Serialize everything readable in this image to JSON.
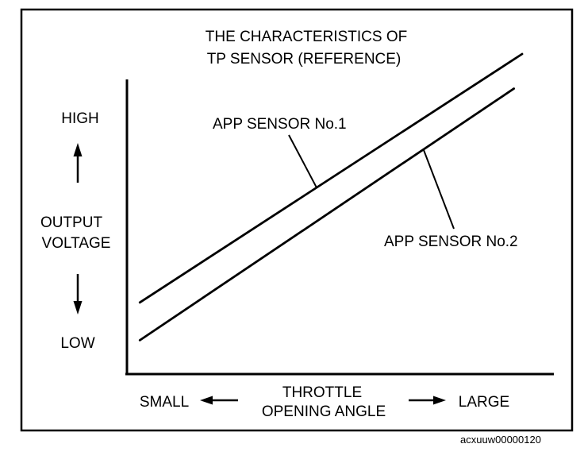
{
  "chart_data": {
    "type": "line",
    "title": [
      "THE CHARACTERISTICS OF",
      "TP SENSOR (REFERENCE)"
    ],
    "ylabel": {
      "high": "HIGH",
      "main": [
        "OUTPUT",
        "VOLTAGE"
      ],
      "low": "LOW"
    },
    "xlabel": {
      "small": "SMALL",
      "main": [
        "THROTTLE",
        "OPENING ANGLE"
      ],
      "large": "LARGE"
    },
    "axis_values_printed": false,
    "xlim": [
      0,
      100
    ],
    "ylim": [
      0,
      100
    ],
    "grid": false,
    "legend": "none",
    "series": [
      {
        "name": "APP SENSOR No.1",
        "x": [
          7,
          100
        ],
        "y": [
          21,
          100
        ],
        "label_anchor_x": 50,
        "label_position": "upper-left"
      },
      {
        "name": "APP SENSOR No.2",
        "x": [
          7,
          98
        ],
        "y": [
          9,
          89
        ],
        "label_anchor_x": 76,
        "label_position": "lower-right"
      }
    ],
    "colors": {
      "line": "#000000",
      "background": "#ffffff"
    }
  },
  "reference_code": "acxuuw00000120"
}
